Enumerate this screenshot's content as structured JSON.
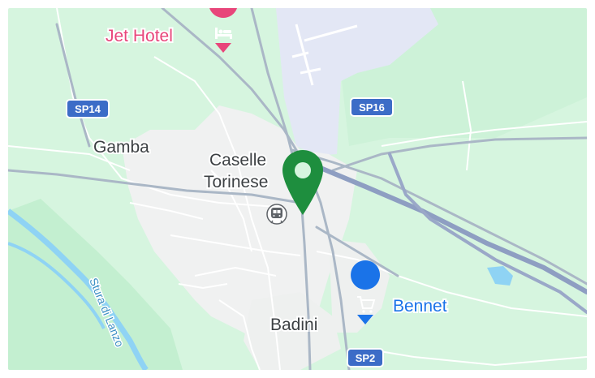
{
  "map": {
    "place_labels": {
      "gamba": "Gamba",
      "caselle_line1": "Caselle",
      "caselle_line2": "Torinese",
      "badini": "Badini",
      "river": "Stura di Lanzo"
    },
    "poi": {
      "jet_hotel": {
        "name": "Jet Hotel",
        "icon": "hotel-bed-icon",
        "color": "#e8457a"
      },
      "bennet": {
        "name": "Bennet",
        "icon": "shopping-cart-icon",
        "color": "#1a73e8"
      },
      "train_station": {
        "icon": "train-icon",
        "color": "#5f6368"
      }
    },
    "road_shields": {
      "sp14": "SP14",
      "sp16": "SP16",
      "sp2": "SP2"
    },
    "marker": {
      "icon": "location-pin-icon",
      "color": "#1e8e3e"
    },
    "colors": {
      "land": "#d6f5df",
      "urban": "#f0f1f1",
      "airport": "#e3e7f5",
      "water": "#8fd3f4",
      "major_road": "#aab7c6",
      "shield": "#3c6cc7"
    }
  }
}
